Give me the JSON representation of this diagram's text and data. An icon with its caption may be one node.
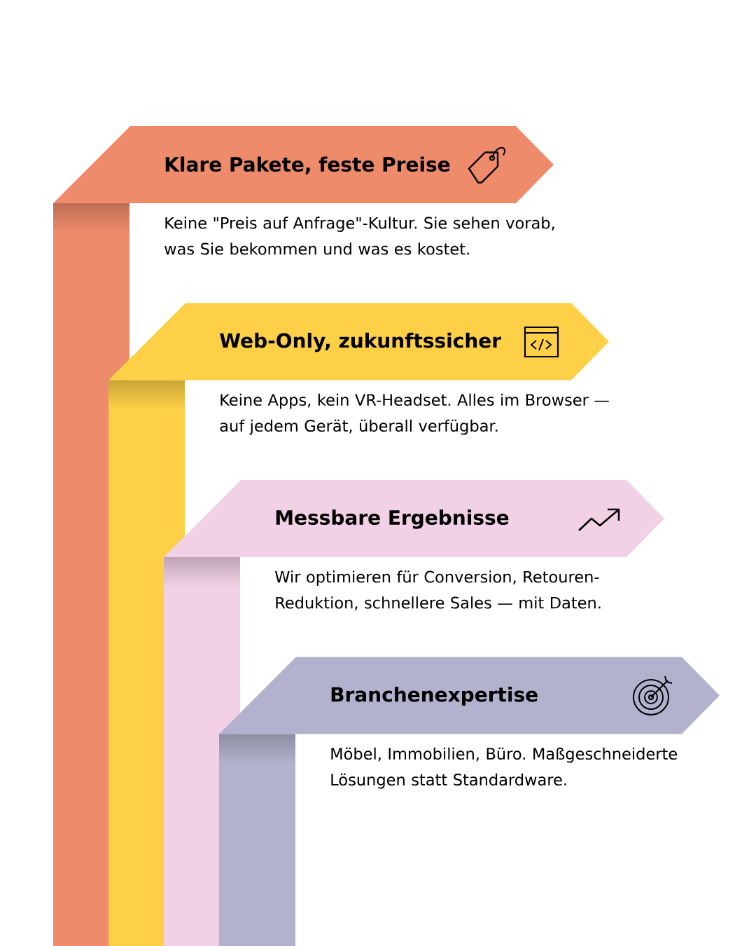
{
  "diagram": {
    "nodes": [
      {
        "text": [
          "Klare Pakete, feste Preise",
          "Keine \"Preis auf Anfrage\"-Kultur. Sie sehen vorab, was Sie bekommen und was es kostet."
        ]
      },
      {
        "text": [
          "Web-Only, zukunftssicher",
          "Keine Apps, kein VR-Headset. Alles im Browser — auf jedem Gerät, überall verfügbar."
        ]
      },
      {
        "text": [
          "Messbare Ergebnisse",
          "Wir optimieren für Conversion, Retouren-Reduktion, schnellere Sales — mit Daten."
        ]
      },
      {
        "text": [
          "Branchenexpertise",
          "Möbel, Immobilien, Büro. Maßgeschneiderte Lösungen statt Standardware."
        ]
      }
    ]
  }
}
